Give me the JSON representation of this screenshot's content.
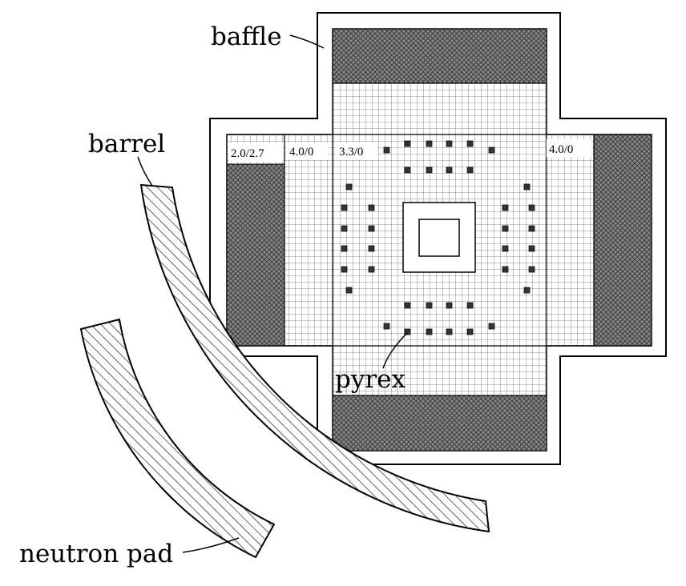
{
  "labels": {
    "baffle": "baffle",
    "barrel": "barrel",
    "pyrex": "pyrex",
    "neutron_pad": "neutron pad"
  },
  "zones": {
    "z1": "2.0/2.7",
    "z2": "4.0/0",
    "z3": "3.3/0",
    "z4": "4.0/0"
  },
  "colors": {
    "line": "#000000",
    "grid": "#555555",
    "dense_fill": "#8a8a8a",
    "background": "#ffffff"
  }
}
